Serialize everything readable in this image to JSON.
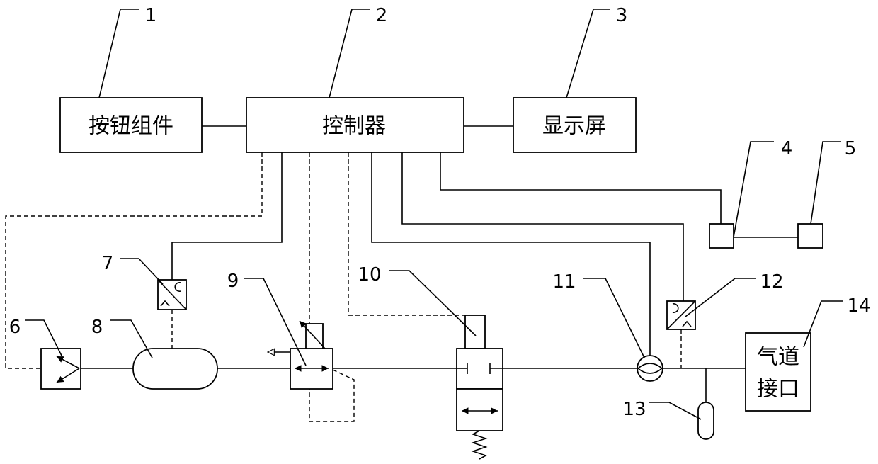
{
  "boxes": {
    "button_assembly": "按钮组件",
    "controller": "控制器",
    "display_screen": "显示屏",
    "airway_port": [
      "气道",
      "接口"
    ]
  },
  "callouts": {
    "c1": "1",
    "c2": "2",
    "c3": "3",
    "c4": "4",
    "c5": "5",
    "c6": "6",
    "c7": "7",
    "c8": "8",
    "c9": "9",
    "c10": "10",
    "c11": "11",
    "c12": "12",
    "c13": "13",
    "c14": "14"
  }
}
